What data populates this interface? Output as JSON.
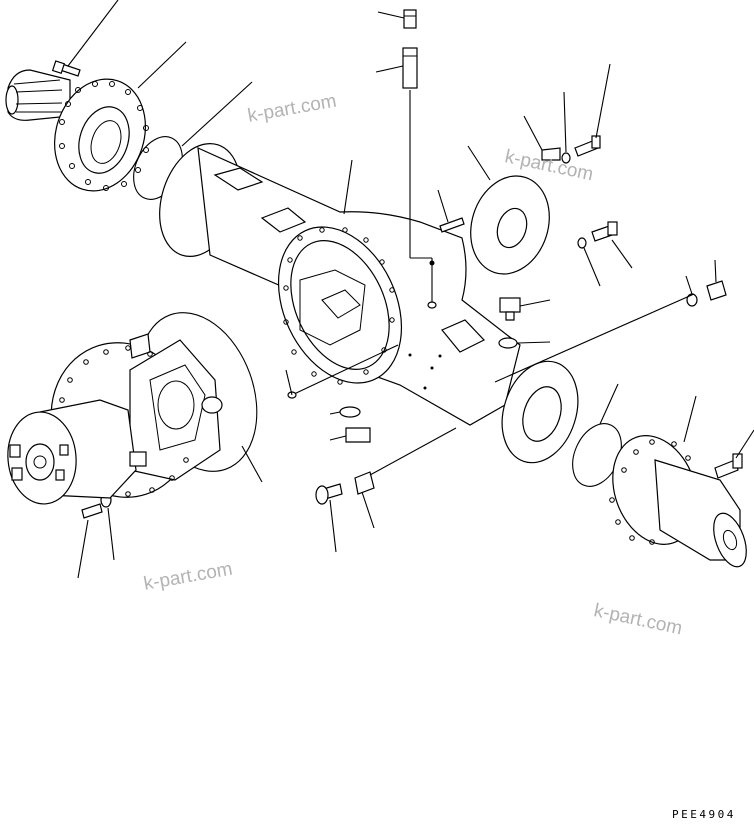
{
  "figure": {
    "watermarks": [
      "k-part.com",
      "k-part.com",
      "k-part.com",
      "k-part.com"
    ],
    "drawing_code": "PEE4904"
  }
}
